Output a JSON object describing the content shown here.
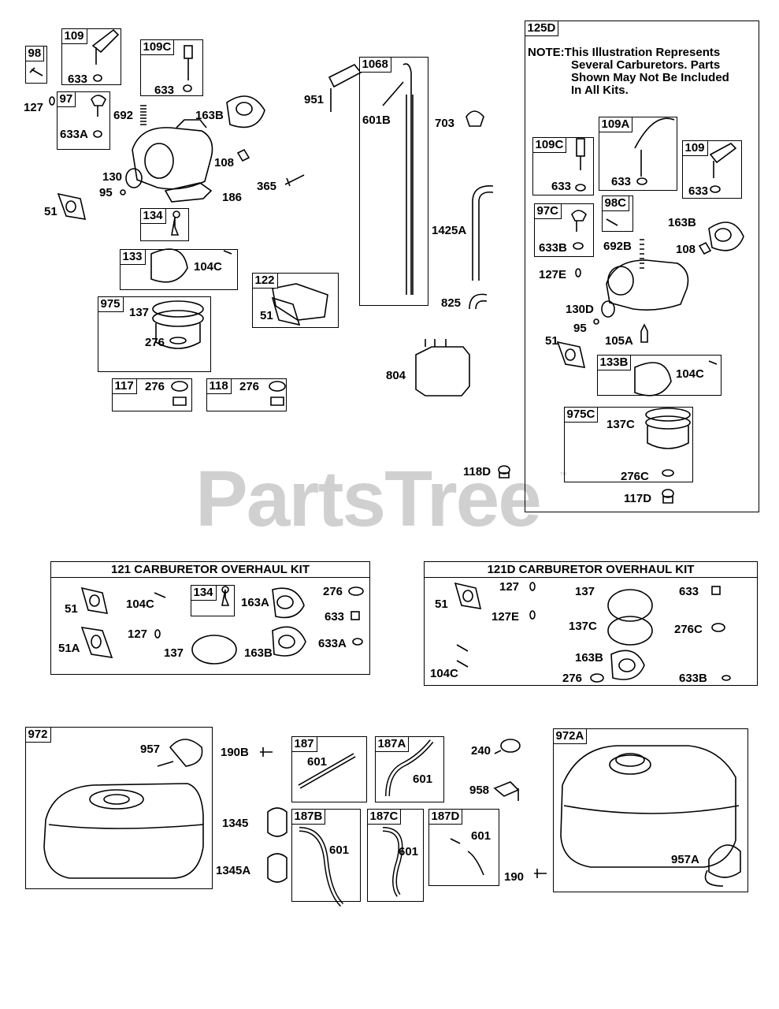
{
  "watermark": {
    "brand": "PartsTree",
    "tm": "™"
  },
  "note": {
    "box_id": "125D",
    "lines": [
      "NOTE:This Illustration Represents",
      "Several Carburetors. Parts",
      "Shown May Not Be Included",
      "In All Kits."
    ]
  },
  "kits": {
    "k121": {
      "title": "121 CARBURETOR OVERHAUL KIT"
    },
    "k121d": {
      "title": "121D CARBURETOR OVERHAUL KIT"
    }
  },
  "boxes": {
    "b98": "98",
    "b109": "109",
    "b109c": "109C",
    "b97": "97",
    "b134": "134",
    "b133": "133",
    "b122": "122",
    "b975": "975",
    "b117": "117",
    "b118": "118",
    "b1068": "1068",
    "b109c_r": "109C",
    "b109a": "109A",
    "b109_r": "109",
    "b97c": "97C",
    "b98c": "98C",
    "b133b": "133B",
    "b975c": "975C",
    "b134_k": "134",
    "b972": "972",
    "b187": "187",
    "b187a": "187A",
    "b187b": "187B",
    "b187c": "187C",
    "b187d": "187D",
    "b972a": "972A"
  },
  "labels": {
    "l633_109": "633",
    "l633_109c": "633",
    "l127": "127",
    "l633a": "633A",
    "l692": "692",
    "l163b": "163B",
    "l108": "108",
    "l130": "130",
    "l95": "95",
    "l186": "186",
    "l51": "51",
    "l365": "365",
    "l104c": "104C",
    "l51_122": "51",
    "l137": "137",
    "l276": "276",
    "l276_117": "276",
    "l276_118": "276",
    "l951": "951",
    "l601b": "601B",
    "l703": "703",
    "l1425a": "1425A",
    "l825": "825",
    "l804": "804",
    "l118d": "118D",
    "l633_r109c": "633",
    "l633_r109a": "633",
    "l633_r109": "633",
    "l633b": "633B",
    "l692b": "692B",
    "l163b_r": "163B",
    "l108_r": "108",
    "l127e": "127E",
    "l130d": "130D",
    "l95_r": "95",
    "l105a": "105A",
    "l51_r": "51",
    "l104c_r": "104C",
    "l137c": "137C",
    "l276c": "276C",
    "l117d": "117D",
    "k_51": "51",
    "k_104c": "104C",
    "k_163a": "163A",
    "k_276": "276",
    "k_633": "633",
    "k_51a": "51A",
    "k_127": "127",
    "k_137": "137",
    "k_163b": "163B",
    "k_633a": "633A",
    "kd_51": "51",
    "kd_127": "127",
    "kd_137": "137",
    "kd_633": "633",
    "kd_127e": "127E",
    "kd_137c": "137C",
    "kd_276c": "276C",
    "kd_104c": "104C",
    "kd_163b": "163B",
    "kd_276": "276",
    "kd_633b": "633B",
    "l957": "957",
    "l190b": "190B",
    "l601_187": "601",
    "l601_187a": "601",
    "l240": "240",
    "l958": "958",
    "l1345": "1345",
    "l1345a": "1345A",
    "l601_187b": "601",
    "l601_187c": "601",
    "l601_187d": "601",
    "l190": "190",
    "l957a": "957A"
  }
}
